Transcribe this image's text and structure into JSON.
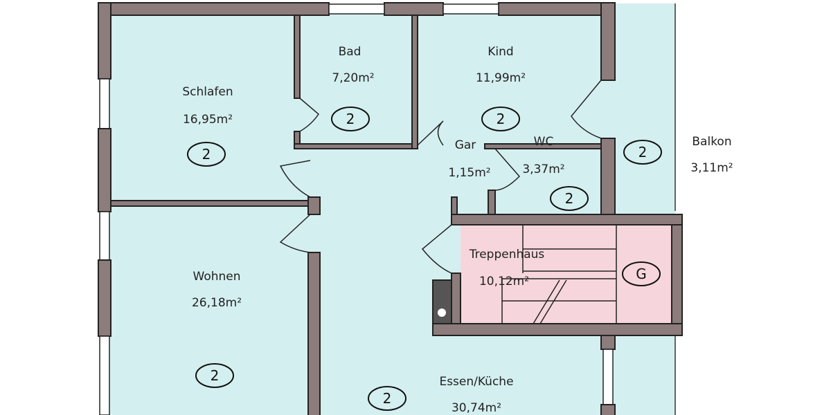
{
  "colors": {
    "room": "#d4eff0",
    "stair": "#f6d6dc",
    "wall": "#8c7c7c",
    "outline": "#222222"
  },
  "rooms": [
    {
      "name": "Schlafen",
      "area": "16,95m²",
      "level": "2"
    },
    {
      "name": "Bad",
      "area": "7,20m²",
      "level": "2"
    },
    {
      "name": "Kind",
      "area": "11,99m²",
      "level": "2"
    },
    {
      "name": "Gar",
      "area": "1,15m²"
    },
    {
      "name": "WC",
      "area": "3,37m²",
      "level": "2"
    },
    {
      "name": "Balkon",
      "area": "3,11m²",
      "level": "2"
    },
    {
      "name": "Treppenhaus",
      "area": "10,12m²",
      "level": "G"
    },
    {
      "name": "Wohnen",
      "area": "26,18m²",
      "level": "2"
    },
    {
      "name": "Essen/Küche",
      "area": "30,74m²",
      "level": "2"
    }
  ]
}
